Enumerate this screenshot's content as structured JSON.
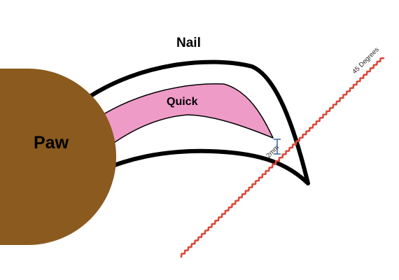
{
  "labels": {
    "nail": "Nail",
    "quick": "Quick",
    "paw": "Paw",
    "gap": "2mm",
    "angle": "45 Degrees"
  },
  "colors": {
    "paw": "#8B5A1E",
    "quick": "#EF9BC8",
    "nail_outline": "#000000",
    "cut_line": "#D94A3A",
    "gap_marker": "#3A5FA0"
  }
}
